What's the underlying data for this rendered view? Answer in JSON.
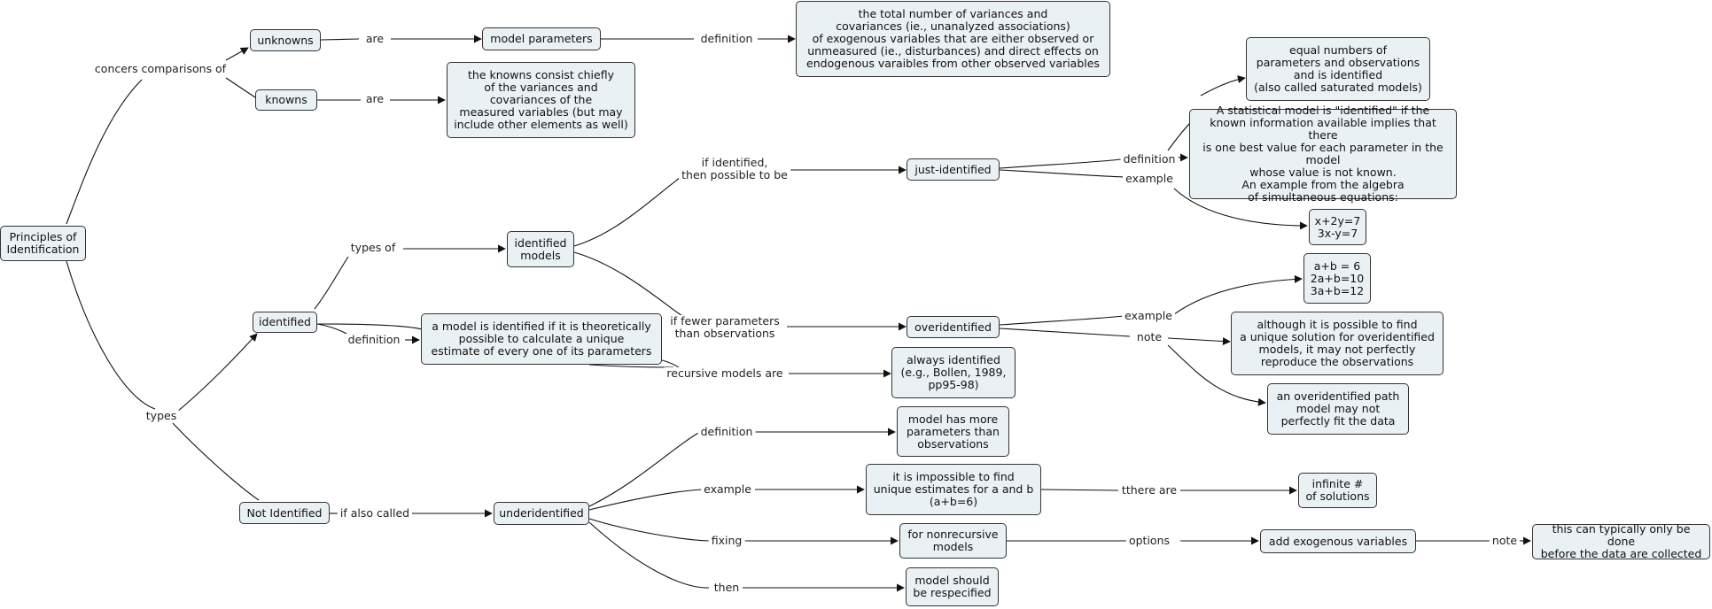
{
  "concepts": {
    "root": "Principles of\nIdentification",
    "unknowns": "unknowns",
    "model_parameters": "model parameters",
    "unknowns_definition": "the total number of variances and\ncovariances (ie., unanalyzed associations)\nof exogenous variables that are either observed or\nunmeasured (ie., disturbances) and direct effects on\nendogenous varaibles from other observed variables",
    "knowns": "knowns",
    "knowns_detail": "the knowns consist chiefly\nof the variances and\ncovariances of the\nmeasured variables (but may\ninclude other elements as well)",
    "identified": "identified",
    "identified_models": "identified\nmodels",
    "identified_definition": "a model is identified if it is theoretically\npossible to calculate a unique\nestimate of every one of its parameters",
    "just_identified": "just-identified",
    "saturated": "equal numbers of\nparameters and observations\nand is identified\n(also called saturated models)",
    "statistical_model": "A statistical model is \"identified\" if the\nknown information available implies that there\nis one best value for each parameter in the model\nwhose value is not known.\nAn example from the algebra\nof simultaneous equations:",
    "eq_just": "x+2y=7\n3x-y=7",
    "overidentified": "overidentified",
    "eq_over": "a+b = 6\n2a+b=10\n3a+b=12",
    "over_note": "although it is possible to find\na unique solution for overidentified\nmodels, it may not perfectly\nreproduce the observations",
    "over_path": "an overidentified path\nmodel may not\nperfectly fit the data",
    "always_identified": "always identified\n(e.g., Bollen, 1989,\npp95-98)",
    "not_identified": "Not Identified",
    "underidentified": "underidentified",
    "more_params": "model has more\nparameters than\nobservations",
    "impossible": "it is impossible to find\nunique estimates for a and b\n(a+b=6)",
    "infinite": "infinite #\nof solutions",
    "nonrecursive": "for nonrecursive\nmodels",
    "add_exogenous": "add exogenous variables",
    "before_data": "this can typically only be done\nbefore the data are collected",
    "respecified": "model should\nbe respecified"
  },
  "links": {
    "concers": "concers comparisons of",
    "are1": "are",
    "definition1": "definition",
    "are2": "are",
    "types": "types",
    "types_of": "types of",
    "definition2": "definition",
    "if_identified": "if identified,\nthen possible to be",
    "if_fewer": "if fewer parameters\nthan observations",
    "recursive": "recursive models are",
    "definition3": "definition",
    "example1": "example",
    "example2": "example",
    "note1": "note",
    "if_also_called": "if also called",
    "definition4": "definition",
    "example3": "example",
    "fixing": "fixing",
    "then": "then",
    "tthere_are": "tthere are",
    "options": "options",
    "note2": "note"
  }
}
